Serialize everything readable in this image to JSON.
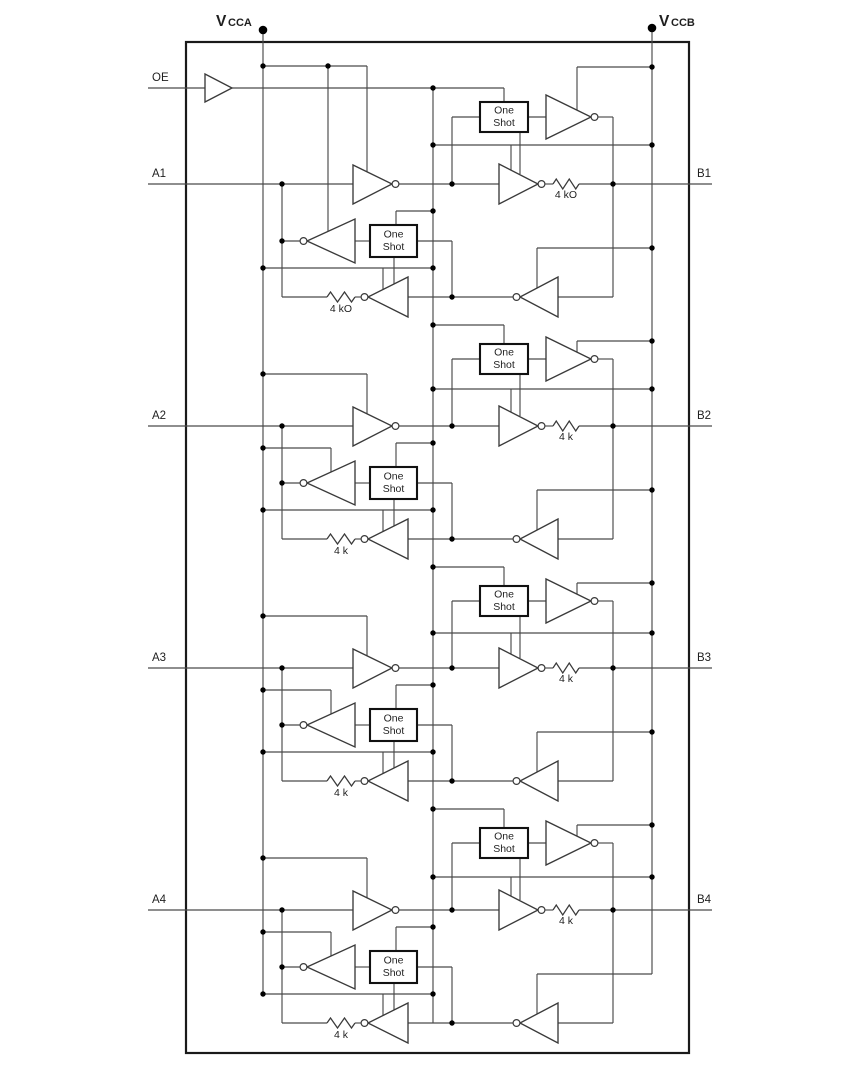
{
  "power": {
    "left": {
      "prefix": "V",
      "subscript": "CCA"
    },
    "right": {
      "prefix": "V",
      "subscript": "CCB"
    }
  },
  "pins": {
    "enable": "OE",
    "a_side": [
      "A1",
      "A2",
      "A3",
      "A4"
    ],
    "b_side": [
      "B1",
      "B2",
      "B3",
      "B4"
    ]
  },
  "one_shot": {
    "line1": "One",
    "line2": "Shot"
  },
  "channels": [
    {
      "a_pin": "A1",
      "b_pin": "B1",
      "a_resistor_label": "4 kO",
      "b_resistor_label": "4 kO"
    },
    {
      "a_pin": "A2",
      "b_pin": "B2",
      "a_resistor_label": "4 k",
      "b_resistor_label": "4 k"
    },
    {
      "a_pin": "A3",
      "b_pin": "B3",
      "a_resistor_label": "4 k",
      "b_resistor_label": "4 k"
    },
    {
      "a_pin": "A4",
      "b_pin": "B4",
      "a_resistor_label": "4 k",
      "b_resistor_label": "4 k"
    }
  ],
  "colors": {
    "background": "#ffffff",
    "wire": "#4a4a4a",
    "component_outline": "#3a3a3a",
    "box_outline": "#111111",
    "border": "#1a1a1a",
    "dot": "#000000",
    "text": "#1f1f1f"
  }
}
